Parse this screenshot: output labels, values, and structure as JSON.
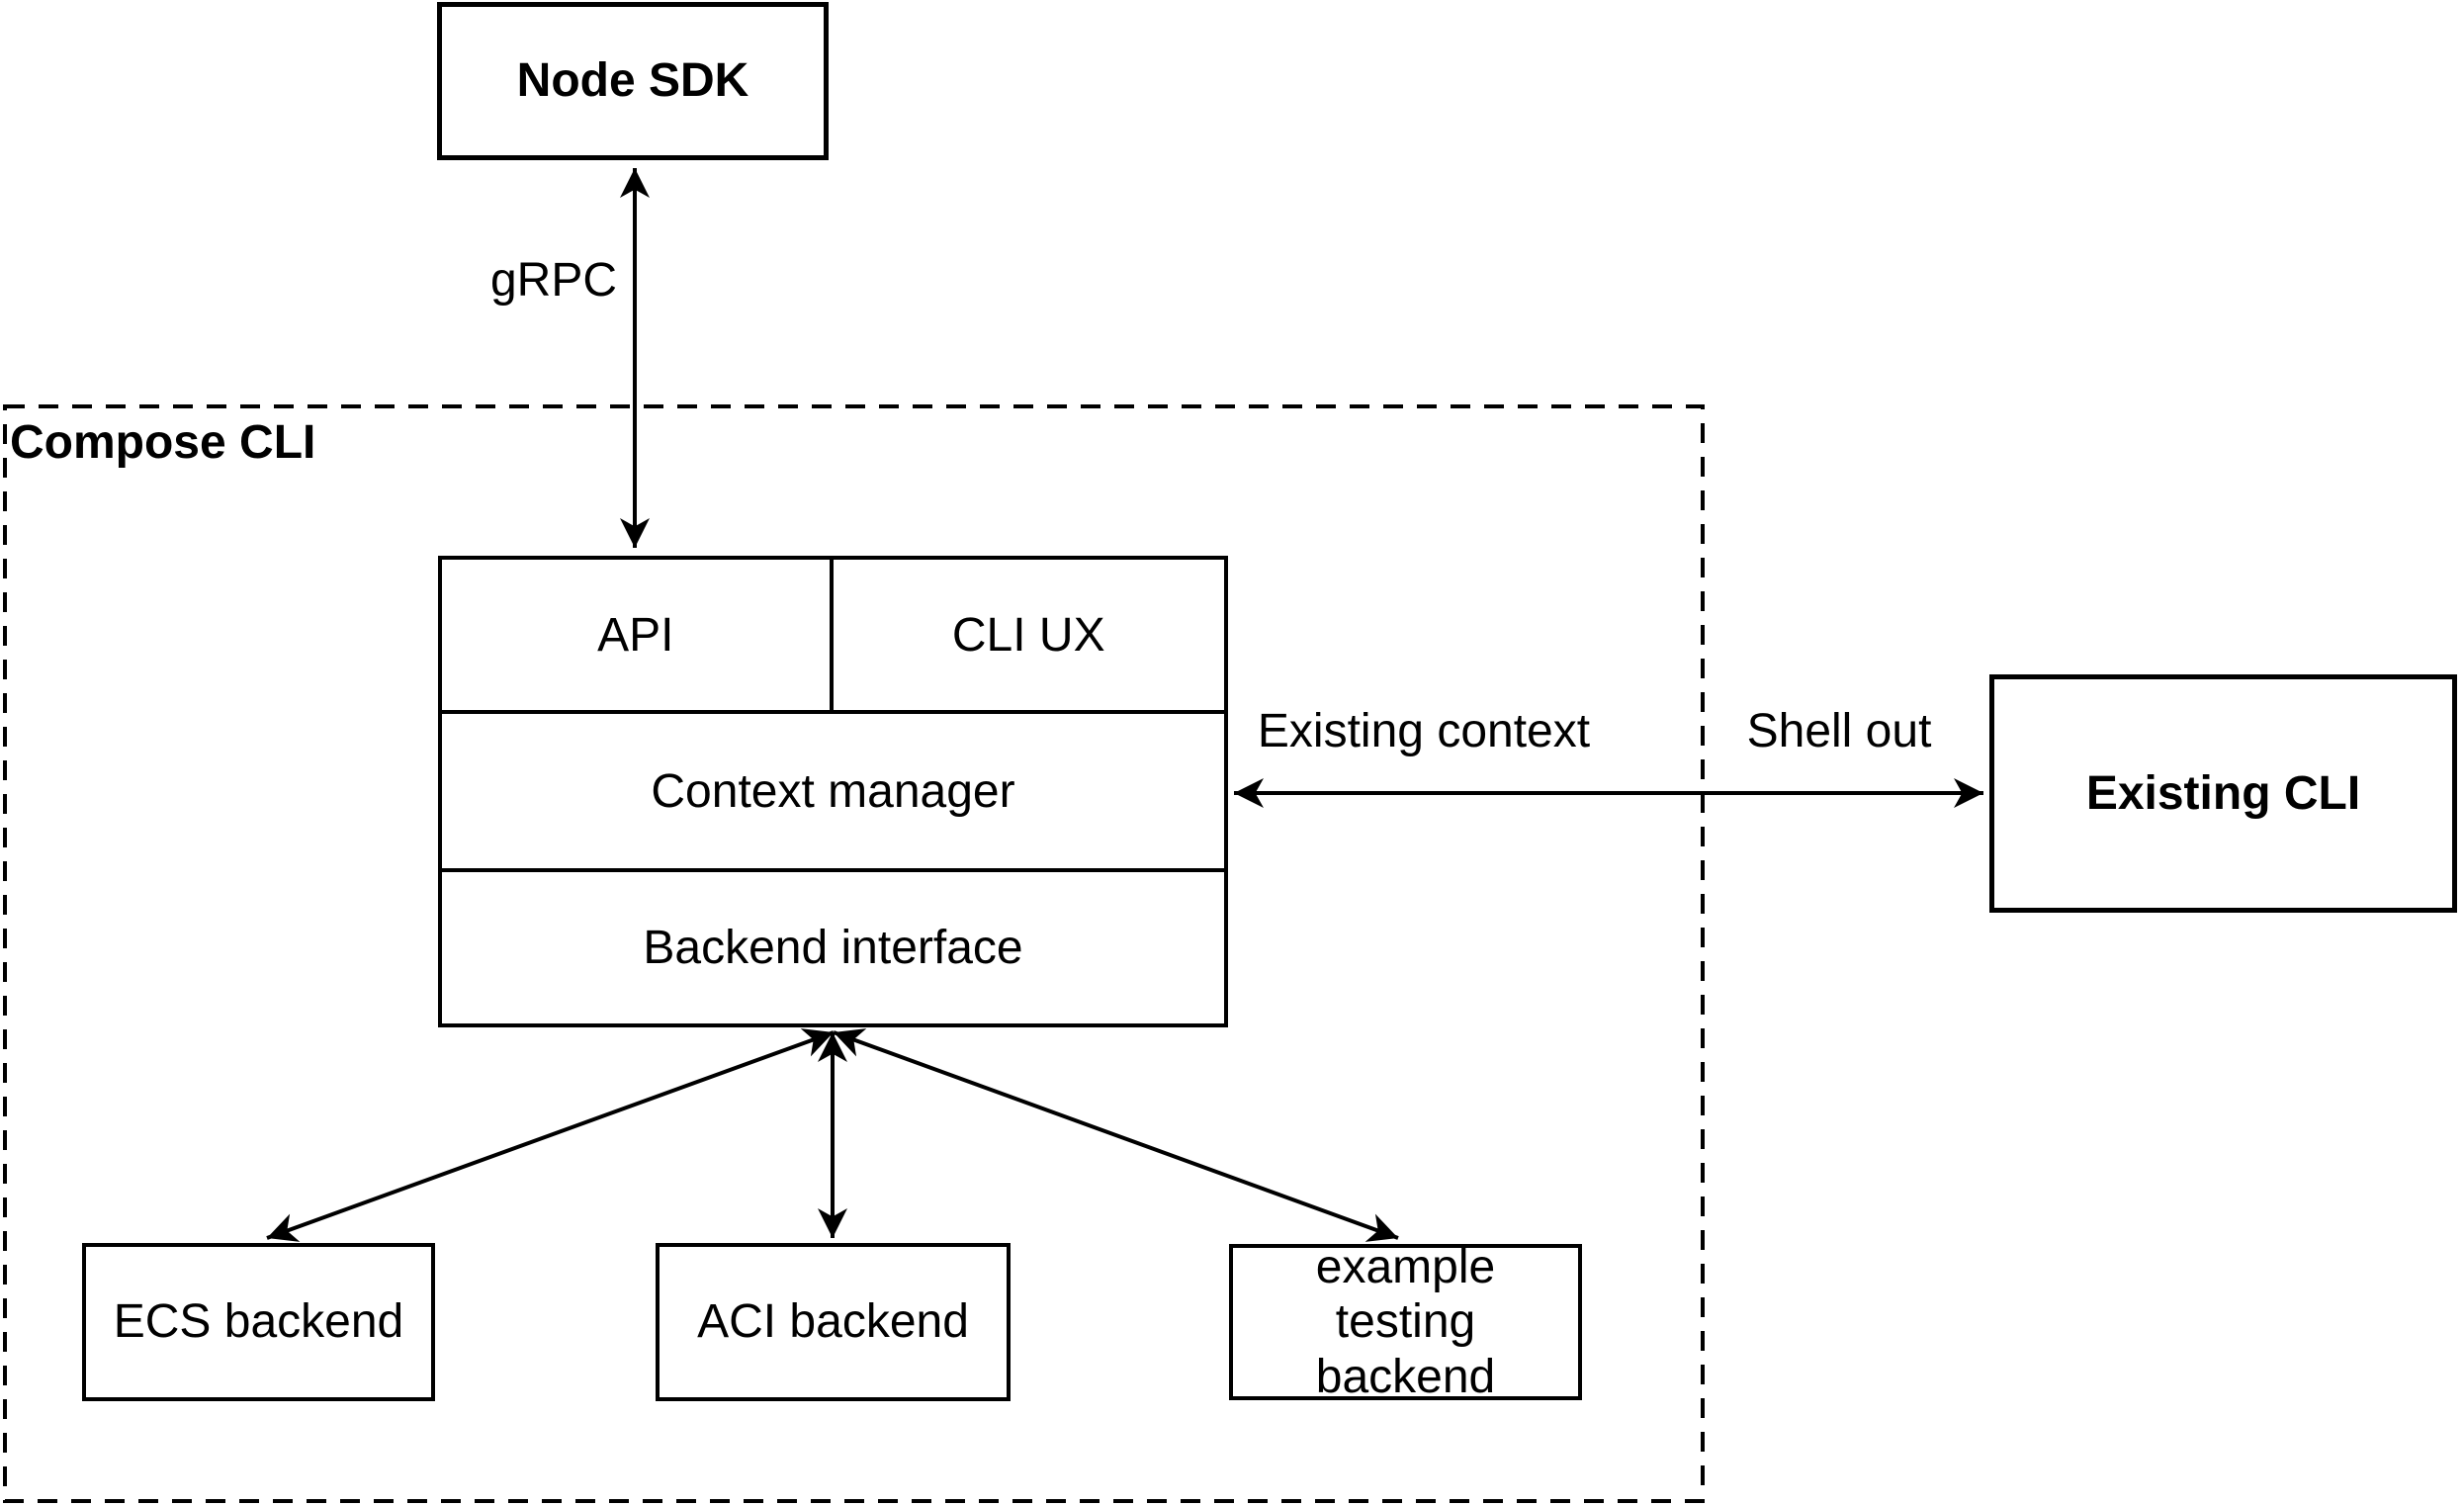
{
  "container": {
    "label": "Compose CLI"
  },
  "nodes": {
    "node_sdk": {
      "label": "Node SDK"
    },
    "api": {
      "label": "API"
    },
    "cli_ux": {
      "label": "CLI UX"
    },
    "context_manager": {
      "label": "Context manager"
    },
    "backend_interface": {
      "label": "Backend interface"
    },
    "existing_cli": {
      "label": "Existing CLI"
    },
    "ecs_backend": {
      "label": "ECS backend"
    },
    "aci_backend": {
      "label": "ACI backend"
    },
    "example_testing_backend": {
      "label": "example testing backend"
    }
  },
  "edges": {
    "grpc": {
      "label": "gRPC",
      "style": "double-arrow"
    },
    "existing_context": {
      "label": "Existing context",
      "style": "double-arrow"
    },
    "shell_out": {
      "label": "Shell out",
      "style": "double-arrow"
    },
    "backend_ecs": {
      "label": "",
      "style": "double-arrow"
    },
    "backend_aci": {
      "label": "",
      "style": "double-arrow"
    },
    "backend_example": {
      "label": "",
      "style": "double-arrow"
    }
  },
  "colors": {
    "line": "#000000",
    "text": "#000000",
    "node_fill": "#ffffff",
    "background": "#ffffff"
  }
}
